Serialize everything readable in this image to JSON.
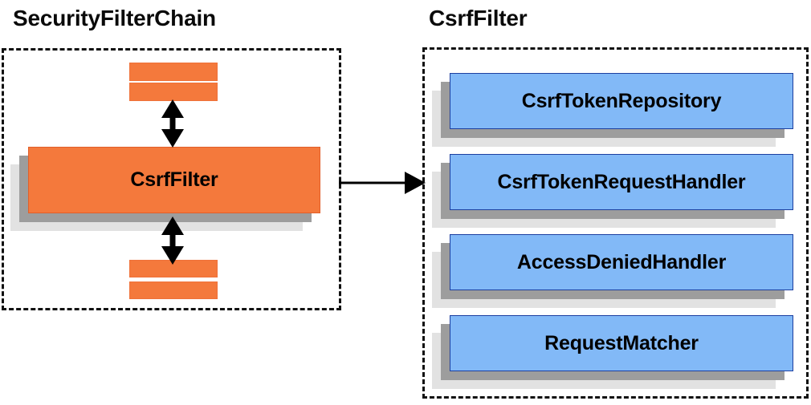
{
  "diagram": {
    "title_left": "SecurityFilterChain",
    "title_right": "CsrfFilter",
    "colors": {
      "orange_fill": "#F4793C",
      "orange_border": "#E15F2A",
      "blue_fill": "#82B9F7",
      "blue_border": "#1C3FA0",
      "shadow_mid": "#9D9D9D",
      "shadow_back": "#E2E2E2",
      "panel_border": "#111111",
      "text": "#000000",
      "background": "#FFFFFF"
    }
  },
  "left_panel": {
    "title": "SecurityFilterChain",
    "main_component": {
      "label": "CsrfFilter",
      "fill": "#F4793C"
    },
    "filler_bars_top": [
      {
        "label": "",
        "index": 1
      },
      {
        "label": "",
        "index": 2
      }
    ],
    "filler_bars_bottom": [
      {
        "label": "",
        "index": 3
      },
      {
        "label": "",
        "index": 4
      }
    ],
    "connectors": [
      {
        "name": "top-bidirectional-arrow",
        "direction": "both"
      },
      {
        "name": "bottom-bidirectional-arrow",
        "direction": "both"
      }
    ]
  },
  "right_panel": {
    "title": "CsrfFilter",
    "components": [
      {
        "label": "CsrfTokenRepository"
      },
      {
        "label": "CsrfTokenRequestHandler"
      },
      {
        "label": "AccessDeniedHandler"
      },
      {
        "label": "RequestMatcher"
      }
    ]
  },
  "cross_arrow": {
    "name": "csrffilter-expansion-arrow",
    "direction": "right",
    "from": "CsrfFilter",
    "to": "CsrfFilter detail panel"
  }
}
